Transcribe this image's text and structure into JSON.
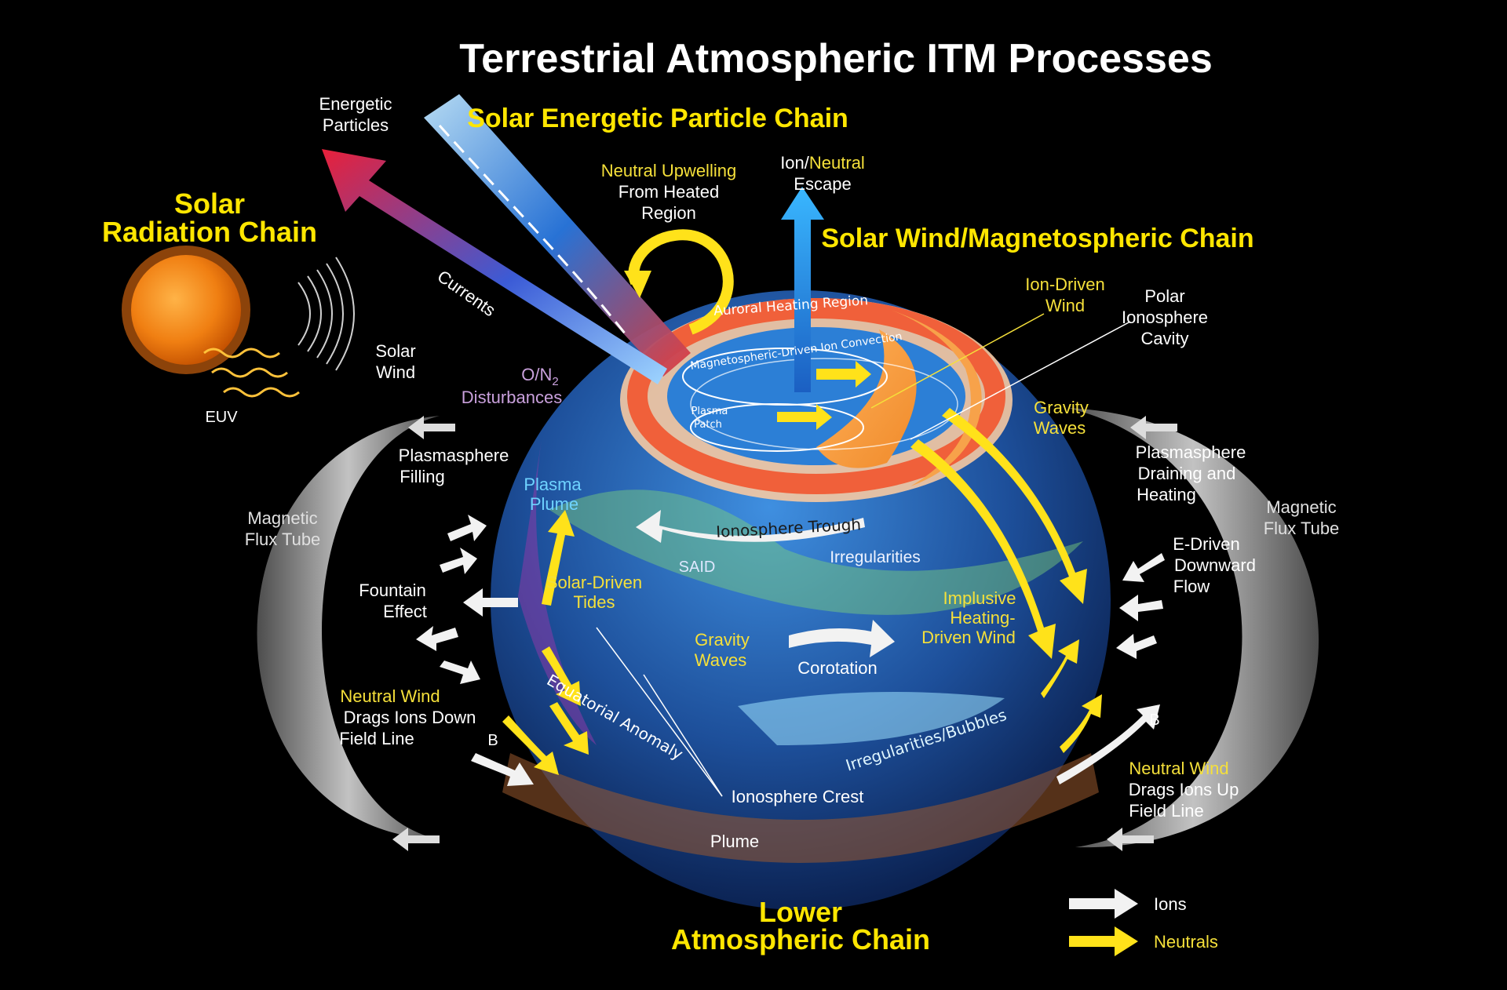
{
  "title": "Terrestrial Atmospheric ITM Processes",
  "chains": {
    "solar_radiation": [
      "Solar",
      "Radiation Chain"
    ],
    "solar_energetic_particle": "Solar Energetic Particle Chain",
    "solar_wind_magnetospheric": "Solar Wind/Magnetospheric Chain",
    "lower_atmospheric": [
      "Lower",
      "Atmospheric Chain"
    ]
  },
  "labels": {
    "energetic_particles": [
      "Energetic",
      "Particles"
    ],
    "currents": "Currents",
    "solar_wind": [
      "Solar",
      "Wind"
    ],
    "euv": "EUV",
    "o_n2": [
      "O/N",
      "2",
      "Disturbances"
    ],
    "neutral_upwelling_yellow": "Neutral Upwelling",
    "neutral_upwelling_white": [
      "From Heated",
      "Region"
    ],
    "ion_neutral_escape": [
      "Ion/",
      "Neutral",
      "Escape"
    ],
    "auroral_heating": "Auroral Heating Region",
    "magnetospheric_convection": "Magnetospheric-Driven Ion Convection",
    "ion_driven_wind": [
      "Ion-Driven",
      "Wind"
    ],
    "polar_cavity": [
      "Polar",
      "Ionosphere",
      "Cavity"
    ],
    "gravity_waves_top": [
      "Gravity",
      "Waves"
    ],
    "plasma_patch": [
      "Plasma",
      "Patch"
    ],
    "plasmasphere_filling": [
      "Plasmasphere",
      "Filling"
    ],
    "plasmasphere_draining": [
      "Plasmasphere",
      "Draining and",
      "Heating"
    ],
    "magnetic_flux_tube_left": [
      "Magnetic",
      "Flux Tube"
    ],
    "magnetic_flux_tube_right": [
      "Magnetic",
      "Flux Tube"
    ],
    "plasma_plume": [
      "Plasma",
      "Plume"
    ],
    "ionosphere_trough": "Ionosphere Trough",
    "said": "SAID",
    "irregularities": "Irregularities",
    "e_driven": [
      "E-Driven",
      "Downward",
      "Flow"
    ],
    "fountain_effect": [
      "Fountain",
      "Effect"
    ],
    "solar_driven_tides": [
      "Solar-Driven",
      "Tides"
    ],
    "implusive_heating": [
      "Implusive",
      "Heating-",
      "Driven Wind"
    ],
    "gravity_waves_mid": [
      "Gravity",
      "Waves"
    ],
    "corotation": "Corotation",
    "neutral_wind_down_yellow": "Neutral Wind",
    "neutral_wind_down_white": [
      "Drags Ions Down",
      "Field Line"
    ],
    "b_left": "B",
    "b_right": "B",
    "equatorial_anomaly": "Equatorial Anomaly",
    "irregularities_bubbles": "Irregularities/Bubbles",
    "ionosphere_crest": "Ionosphere Crest",
    "neutral_wind_up_yellow": "Neutral Wind",
    "neutral_wind_up_white": [
      "Drags Ions Up",
      "Field Line"
    ],
    "plume": "Plume"
  },
  "legend": {
    "ions": "Ions",
    "neutrals": "Neutrals"
  },
  "colors": {
    "background": "#000000",
    "title": "#ffffff",
    "chain_yellow": "#ffe600",
    "label_white": "#ffffff",
    "label_yellow": "#f5e03a",
    "disturbance_violet": "#c9a0dc",
    "ion_arrow": "#f2f2f2",
    "neutral_arrow": "#ffe21a",
    "sun": "#f08a1c",
    "globe_deep": "#0a2a66",
    "globe_mid": "#2e74c8",
    "auroral_oval": "#f0603a",
    "flux_tube_grey": "#9a9a9a"
  }
}
